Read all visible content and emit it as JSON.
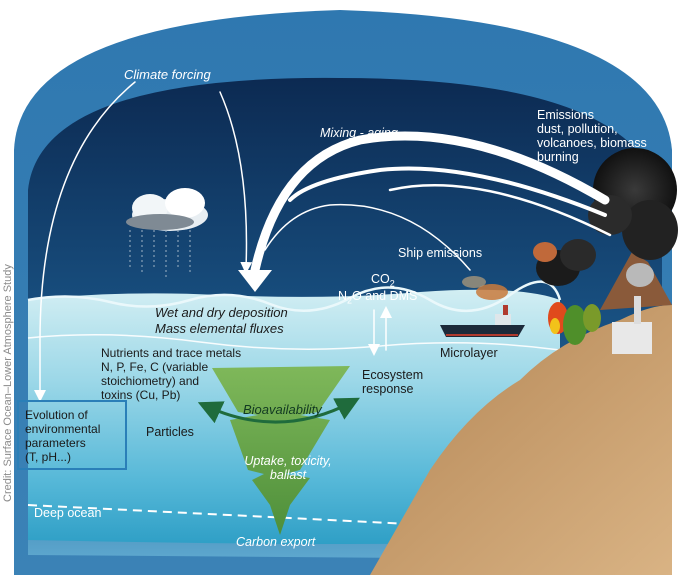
{
  "labels": {
    "climate_forcing": "Climate forcing",
    "mixing_aging": "Mixing - aging",
    "emissions": [
      "Emissions",
      "dust, pollution,",
      "volcanoes, biomass",
      "burning"
    ],
    "ship_emissions": "Ship emissions",
    "gases_line1": "CO",
    "gases_line1_sub": "2",
    "gases_line2_a": "N",
    "gases_line2_sub": "2",
    "gases_line2_b": "O and DMS",
    "wet_dry_deposition": "Wet and dry deposition",
    "mass_fluxes": "Mass elemental fluxes",
    "nutrients": [
      "Nutrients and trace metals",
      "N, P, Fe, C (variable",
      "stoichiometry) and",
      "toxins (Cu, Pb)"
    ],
    "microlayer": "Microlayer",
    "ecosystem_response": [
      "Ecosystem",
      "response"
    ],
    "bioavailability": "Bioavailability",
    "particles": "Particles",
    "uptake": [
      "Uptake, toxicity,",
      "ballast"
    ],
    "evolution": [
      "Evolution of",
      "environmental",
      "parameters",
      "(T, pH...)"
    ],
    "deep_ocean": "Deep ocean",
    "carbon_export": "Carbon export",
    "credit": "Credit: Surface Ocean–Lower Atmosphere Study"
  },
  "colors": {
    "sky_top": "#1f5c8f",
    "sky_inner": "#0f2f57",
    "ocean_surface": "#bfe6ee",
    "ocean_mid": "#7ecbe0",
    "ocean_deep": "#2f9fc6",
    "land": "#c59a6a",
    "funnel": "#6aa84f",
    "arrow_green": "#1f6b3c",
    "box_border": "#2a7fb8"
  }
}
